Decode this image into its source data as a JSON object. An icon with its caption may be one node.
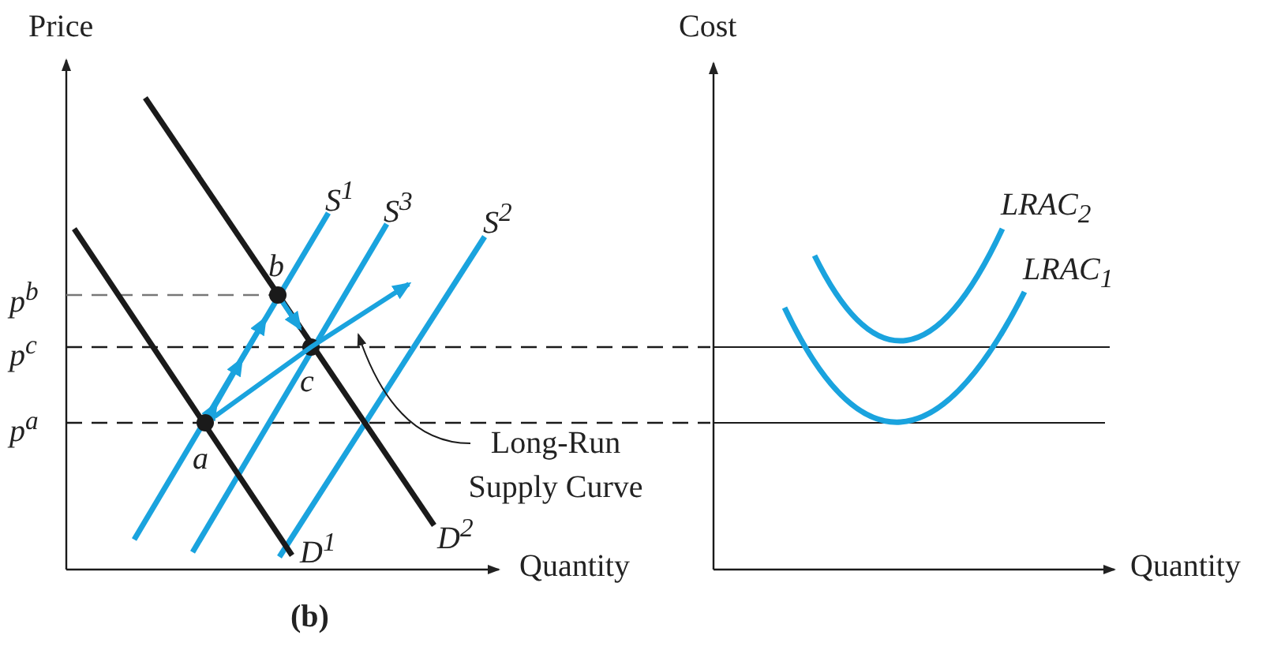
{
  "diagram": {
    "caption": "(b)",
    "nodes": [
      {
        "text": [
          "Long-Run Supply Curve"
        ]
      },
      {
        "text": [],
        "shape": "line"
      }
    ],
    "edges": [
      {
        "from": 0,
        "to": 1,
        "arrow": "to"
      }
    ],
    "labels": [
      "Price",
      "Cost",
      "S$^{1}$",
      "S$^{3}$",
      "S$^{2}$",
      "LRAC$_{2}$",
      "b",
      "LRAC$_{1}$",
      "p$^{b}$",
      "p$^{c}$",
      "c",
      "p$^{a}$",
      "a",
      "D$^{1}$",
      "D$^{2}$",
      "Quantity",
      "Quantity"
    ]
  }
}
